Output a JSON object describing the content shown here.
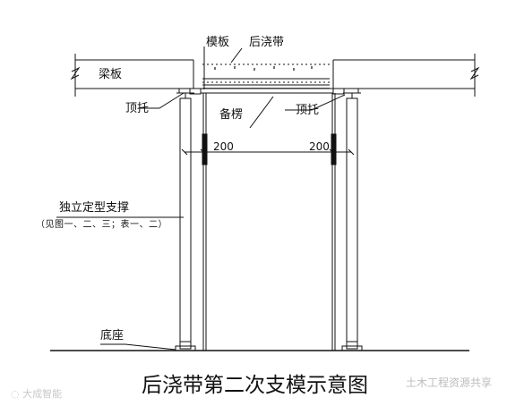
{
  "labels": {
    "formwork": "模板",
    "post_pour_strip": "后浇带",
    "beam_slab": "梁板",
    "top_bracket_left": "顶托",
    "top_bracket_right": "顶托",
    "spare_rod": "备楞",
    "dim_left": "200",
    "dim_right": "200",
    "independent_support": "独立定型支撑",
    "support_note": "（见图一、二、三；表一、二）",
    "base": "底座"
  },
  "title": "后浇带第二次支模示意图",
  "watermark_left": "大成智能",
  "watermark_right": "土木工程资源共享",
  "colors": {
    "line": "#111111",
    "watermark": "#bdbdbd"
  }
}
